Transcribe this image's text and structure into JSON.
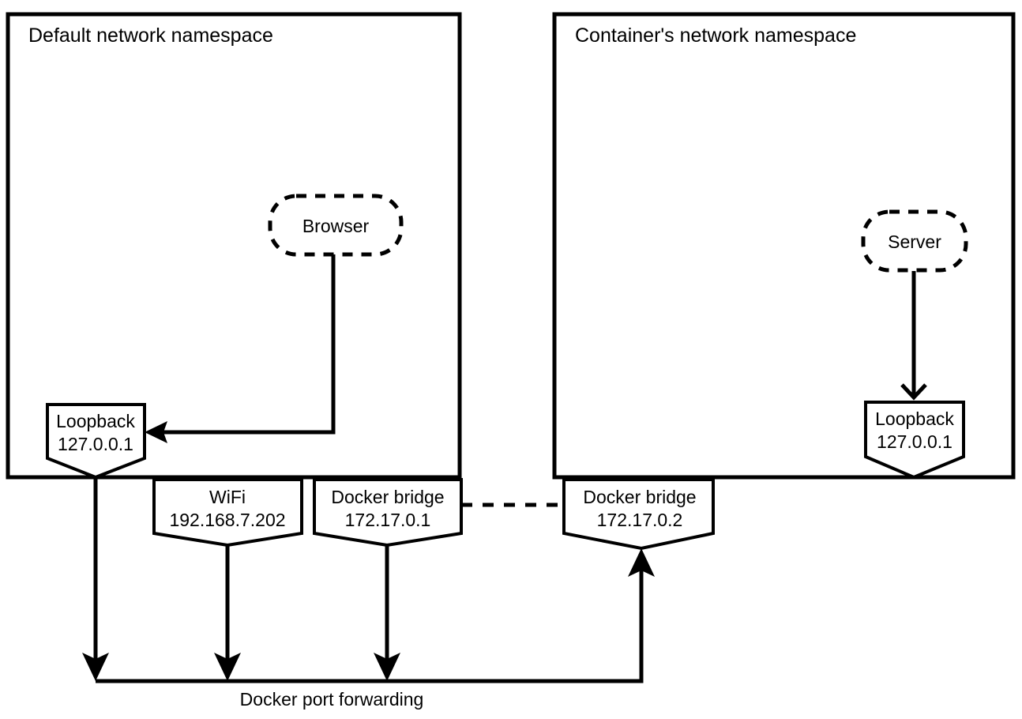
{
  "diagram": {
    "title_visible": false,
    "namespaces": [
      {
        "id": "default-ns",
        "label": "Default network namespace"
      },
      {
        "id": "container-ns",
        "label": "Container's network namespace"
      }
    ],
    "processes": [
      {
        "id": "browser",
        "label": "Browser"
      },
      {
        "id": "server",
        "label": "Server"
      }
    ],
    "interfaces": [
      {
        "id": "host-loopback",
        "name": "Loopback",
        "address": "127.0.0.1"
      },
      {
        "id": "host-wifi",
        "name": "WiFi",
        "address": "192.168.7.202"
      },
      {
        "id": "host-docker-bridge",
        "name": "Docker bridge",
        "address": "172.17.0.1"
      },
      {
        "id": "container-docker-bridge",
        "name": "Docker bridge",
        "address": "172.17.0.2"
      },
      {
        "id": "container-loopback",
        "name": "Loopback",
        "address": "127.0.0.1"
      }
    ],
    "bus": {
      "id": "docker-port-forwarding",
      "label": "Docker port forwarding"
    },
    "colors": {
      "stroke": "#000000",
      "fill": "#ffffff",
      "text": "#000000"
    }
  }
}
